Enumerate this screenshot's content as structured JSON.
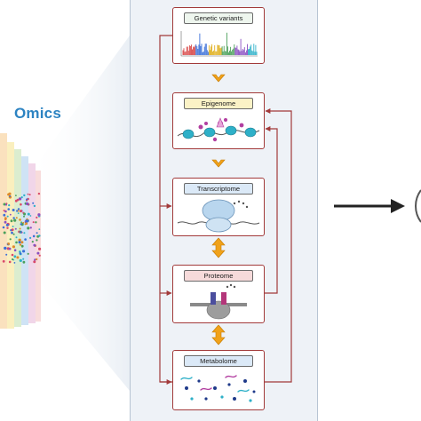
{
  "heading": "Omics",
  "layers": [
    {
      "label": "Genetic variants",
      "label_color": "#eef6ee"
    },
    {
      "label": "Epigenome",
      "label_color": "#fbf2c6"
    },
    {
      "label": "Transcriptome",
      "label_color": "#dbe9f7"
    },
    {
      "label": "Proteome",
      "label_color": "#f6dada"
    },
    {
      "label": "Metabolome",
      "label_color": "#dbe9f7"
    }
  ],
  "colors": {
    "box_border": "#a23a3a",
    "connector": "#a23a3a",
    "down_arrow": "#f0a21a",
    "double_arrow": "#f0a21a",
    "heading": "#2c83c2"
  }
}
